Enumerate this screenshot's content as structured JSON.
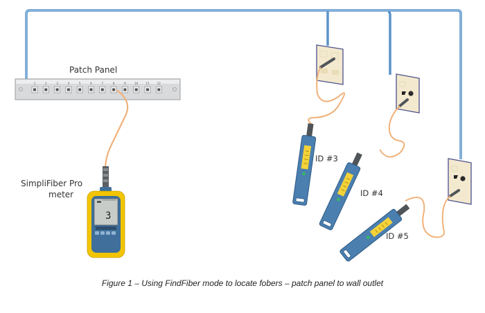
{
  "labels": {
    "patch_panel": "Patch Panel",
    "meter_line1": "SimpliFiber Pro",
    "meter_line2": "meter",
    "id3": "ID #3",
    "id4": "ID #4",
    "id5": "ID #5"
  },
  "patch_panel": {
    "port_numbers": [
      "1",
      "2",
      "3",
      "4",
      "5",
      "6",
      "7",
      "8",
      "9",
      "10",
      "11",
      "12"
    ],
    "connected_port": "8"
  },
  "meter": {
    "display_value": "3"
  },
  "caption": "Figure 1 – Using FindFiber mode to locate fobers – patch panel to wall outlet",
  "colors": {
    "backbone_cable": "#5b93c9",
    "patch_cord": "#f0b27a",
    "panel": "#d9dadc",
    "wall_plate": "#f3e9cf",
    "meter_body": "#f2c500",
    "meter_face": "#3f6f9a",
    "probe_body": "#4a7fb0",
    "probe_window": "#f3d23a"
  }
}
